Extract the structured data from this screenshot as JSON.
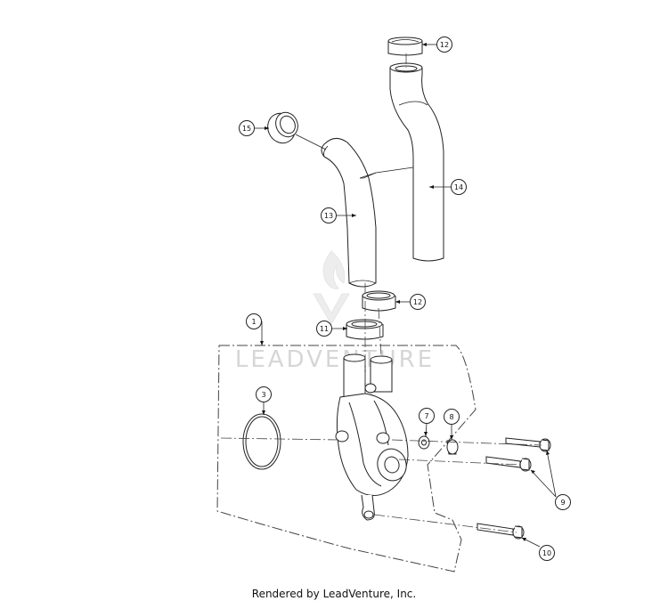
{
  "diagram": {
    "callouts": {
      "c1": "1",
      "c3": "3",
      "c7": "7",
      "c8": "8",
      "c9": "9",
      "c10": "10",
      "c11": "11",
      "c12a": "12",
      "c12b": "12",
      "c13": "13",
      "c14": "14",
      "c15": "15"
    },
    "watermark": "LEADVENTURE"
  },
  "footer": {
    "text": "Rendered by LeadVenture, Inc."
  }
}
